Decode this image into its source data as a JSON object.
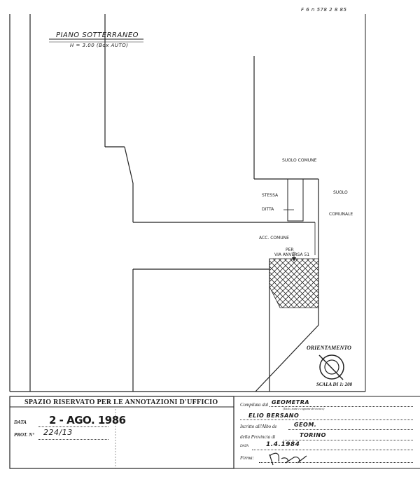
{
  "header": {
    "ref_number": "F 6 n 578 2 8 85"
  },
  "plan": {
    "title": "PIANO SOTTERRANEO",
    "height_note": "H = 3.00 (Box AUTO)",
    "labels": {
      "suolo_comune_top": "SUOLO COMUNE",
      "stessa_ditta_1": "STESSA",
      "stessa_ditta_2": "DITTA",
      "suolo_comunale_1": "SUOLO",
      "suolo_comunale_2": "COMUNALE",
      "acc_comune": "ACC. COMUNE",
      "per_via_1": "PER",
      "per_via_2": "VIA ANVERSA 51"
    },
    "orientation_title": "ORIENTAMENTO",
    "scale": "SCALA DI 1: 200"
  },
  "office_box": {
    "title": "SPAZIO RISERVATO PER LE ANNOTAZIONI D'UFFICIO",
    "date_label": "DATA",
    "date_stamp": "2 - AGO. 1986",
    "prot_label": "PROT. N°",
    "prot_value": "224/13"
  },
  "compiler": {
    "compiled_by_label": "Compilata dal",
    "compiled_by_value": "GEOMETRA",
    "title_note": "(Titolo, nome e cognome del tecnico)",
    "name_value": "ELIO BERSANO",
    "albo_label": "Iscritto all'Albo de",
    "albo_value": "GEOM.",
    "provincia_label": "della Provincia di",
    "provincia_value": "TORINO",
    "data_label": "DATA",
    "data_value": "1.4.1984",
    "firma_label": "Firma:"
  }
}
